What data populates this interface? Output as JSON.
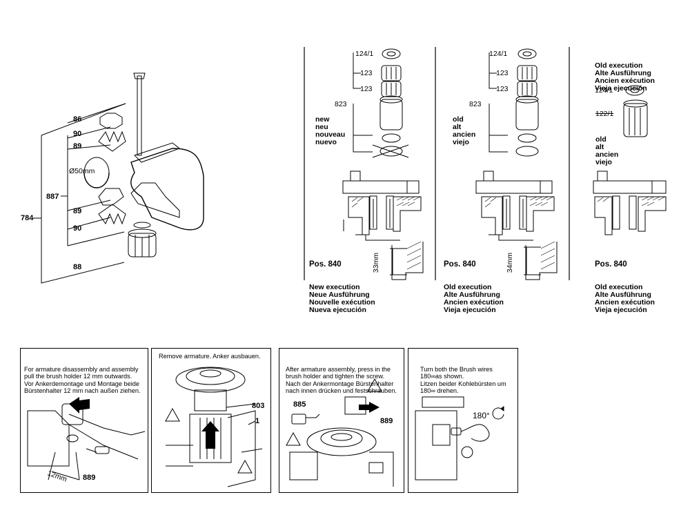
{
  "left_assembly": {
    "labels": {
      "l86": "86",
      "l90a": "90",
      "l89a": "89",
      "dia": "Ø50mm",
      "l887": "887",
      "l784": "784",
      "l89b": "89",
      "l90b": "90",
      "l88": "88"
    }
  },
  "col_new": {
    "side_label": [
      "new",
      "neu",
      "nouveau",
      "nuevo"
    ],
    "part_124_1": "124/1",
    "part_123a": "123",
    "part_123b": "123",
    "part_823": "823",
    "pos_title": "Pos. 840",
    "pos_lines": [
      "New execution",
      "Neue Ausführung",
      "Nouvelle exécution",
      "Nueva ejecución"
    ],
    "dimension": "33mm"
  },
  "col_old": {
    "side_label": [
      "old",
      "alt",
      "ancien",
      "viejo"
    ],
    "part_124_1": "124/1",
    "part_123a": "123",
    "part_123b": "123",
    "part_823": "823",
    "pos_title": "Pos. 840",
    "pos_lines": [
      "Old execution",
      "Alte Ausführung",
      "Ancien exécution",
      "Vieja ejecución"
    ],
    "dimension": "34mm"
  },
  "col_old2": {
    "header": [
      "Old execution",
      "Alte Ausführung",
      "Ancien exécution",
      "Vieja ejecución"
    ],
    "part_124_1": "124/1",
    "part_122_1": "122/1",
    "side_label": [
      "old",
      "alt",
      "ancien",
      "viejo"
    ],
    "pos_title": "Pos. 840",
    "pos_lines": [
      "Old execution",
      "Alte Ausführung",
      "Ancien exécution",
      "Vieja ejecución"
    ]
  },
  "panels": [
    {
      "caption": [
        "For armature disassembly and assembly",
        "pull the brush holder 12 mm outwards.",
        "Vor Ankerdemontage und Montage beide",
        "Bürstenhalter 12 mm nach außen ziehen."
      ],
      "labels": {
        "a": "12mm",
        "b": "889"
      }
    },
    {
      "caption": [
        "Remove armature. Anker ausbauen."
      ],
      "labels": {
        "a": "803",
        "b": "1"
      }
    },
    {
      "caption": [
        "After armature assembly, press in the",
        "brush holder and tighten the screw.",
        "Nach der Ankermontage Bürstenhalter",
        "nach innen drücken und festschrauben."
      ],
      "labels": {
        "a": "885",
        "b": "889"
      }
    },
    {
      "caption": [
        "Turn both the Brush wires",
        "180∞as shown.",
        "Litzen beider Kohlebürsten um",
        "180∞ drehen."
      ],
      "labels": {
        "a": "180°"
      }
    }
  ]
}
